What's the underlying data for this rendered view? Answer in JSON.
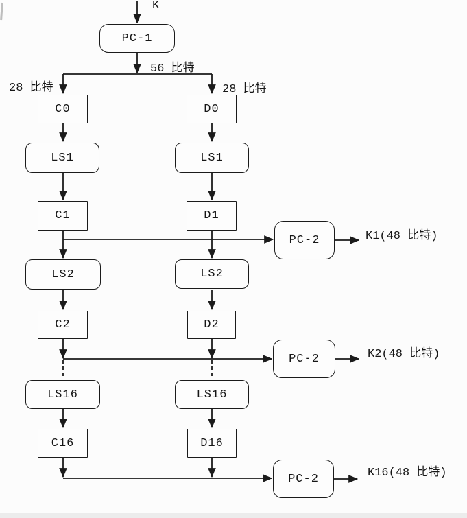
{
  "diagram": {
    "description": "DES key schedule flow diagram",
    "nodes": {
      "key_input": "K",
      "pc1": "PC-1",
      "c0": "C0",
      "d0": "D0",
      "ls1_left": "LS1",
      "ls1_right": "LS1",
      "c1": "C1",
      "d1": "D1",
      "ls2_left": "LS2",
      "ls2_right": "LS2",
      "c2": "C2",
      "d2": "D2",
      "ls16_left": "LS16",
      "ls16_right": "LS16",
      "c16": "C16",
      "d16": "D16",
      "pc2_row1": "PC-2",
      "pc2_row2": "PC-2",
      "pc2_row3": "PC-2"
    },
    "annotations": {
      "bits56": "56 比特",
      "bits28_left": "28 比特",
      "bits28_right": "28 比特"
    },
    "outputs": {
      "k1": "K1(48 比特)",
      "k2": "K2(48 比特)",
      "k16": "K16(48 比特)"
    },
    "colors": {
      "line": "#1b1b1b",
      "background": "#fcfcfc",
      "box_fill": "#fdfdfd"
    }
  }
}
